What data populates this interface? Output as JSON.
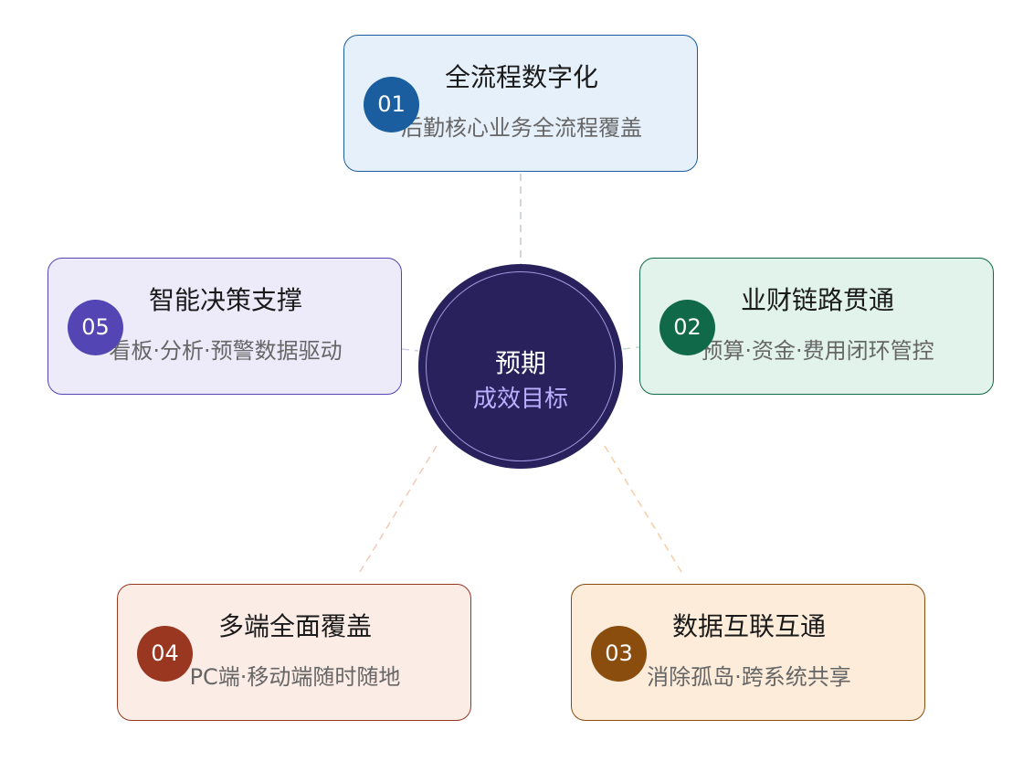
{
  "center": {
    "title": "预期",
    "subtitle": "成效目标"
  },
  "cards": [
    {
      "number": "01",
      "title": "全流程数字化",
      "desc": "后勤核心业务全流程覆盖",
      "badge_color": "#1b5ea0",
      "bg_color": "#e6f0fa",
      "border_color": "#1b5ea0"
    },
    {
      "number": "02",
      "title": "业财链路贯通",
      "desc": "预算·资金·费用闭环管控",
      "badge_color": "#106949",
      "bg_color": "#e2f3ec",
      "border_color": "#106949"
    },
    {
      "number": "03",
      "title": "数据互联互通",
      "desc": "消除孤岛·跨系统共享",
      "badge_color": "#8a4d0e",
      "bg_color": "#fcecd9",
      "border_color": "#8a4d0e"
    },
    {
      "number": "04",
      "title": "多端全面覆盖",
      "desc": "PC端·移动端随时随地",
      "badge_color": "#993720",
      "bg_color": "#fbece6",
      "border_color": "#993720"
    },
    {
      "number": "05",
      "title": "智能决策支撑",
      "desc": "看板·分析·预警数据驱动",
      "badge_color": "#5345b3",
      "bg_color": "#edebfa",
      "border_color": "#5345b3"
    }
  ]
}
